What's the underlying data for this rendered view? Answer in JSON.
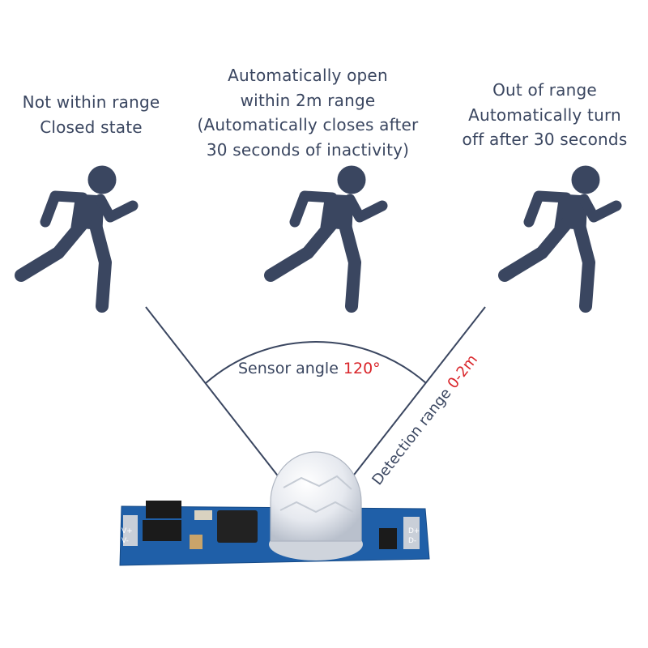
{
  "captions": {
    "left": [
      "Not within range",
      "Closed state"
    ],
    "center": [
      "Automatically open",
      "within 2m range",
      "(Automatically closes after",
      "30 seconds of inactivity)"
    ],
    "right": [
      "Out of range",
      "Automatically turn",
      "off after 30 seconds"
    ]
  },
  "angle_label": {
    "prefix": "Sensor angle ",
    "value": "120°"
  },
  "range_label": {
    "prefix": "Detection range ",
    "value": "0-2m"
  },
  "board_marks": {
    "left_plus": "V+",
    "left_minus": "V-",
    "right_plus": "D+",
    "right_minus": "D-"
  },
  "colors": {
    "text": "#3a4660",
    "figure": "#3a4660",
    "accent": "#d9252a",
    "pcb": "#1f5fa8"
  },
  "icons": [
    "running-person-icon",
    "running-person-icon",
    "running-person-icon"
  ]
}
